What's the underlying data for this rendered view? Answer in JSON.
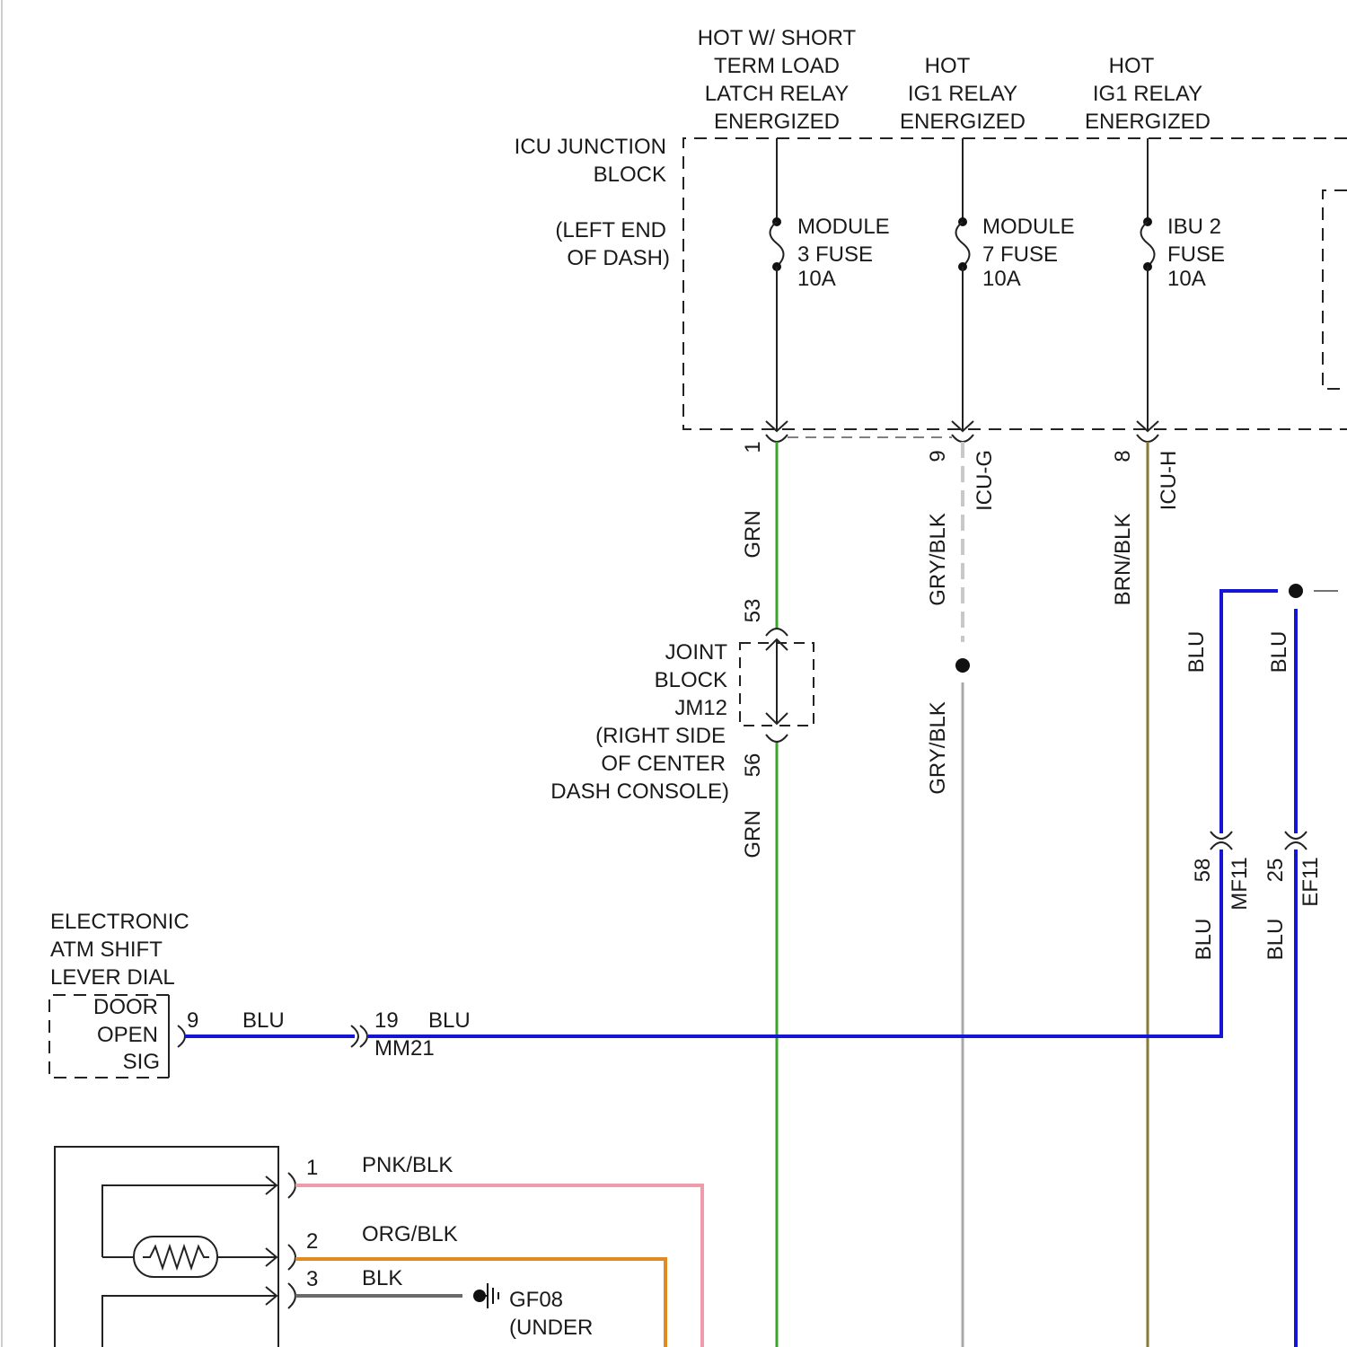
{
  "sources": {
    "s1": [
      "HOT W/ SHORT",
      "TERM LOAD",
      "LATCH RELAY",
      "ENERGIZED"
    ],
    "s2": [
      "HOT",
      "IG1 RELAY",
      "ENERGIZED"
    ],
    "s3": [
      "HOT",
      "IG1 RELAY",
      "ENERGIZED"
    ]
  },
  "junction_block": {
    "name": [
      "ICU JUNCTION",
      "BLOCK"
    ],
    "location": [
      "(LEFT END",
      "OF DASH)"
    ]
  },
  "fuses": [
    {
      "lines": [
        "MODULE",
        "3 FUSE",
        "10A"
      ]
    },
    {
      "lines": [
        "MODULE",
        "7 FUSE",
        "10A"
      ]
    },
    {
      "lines": [
        "IBU 2",
        "FUSE",
        "10A"
      ]
    }
  ],
  "pins": {
    "p1": "1",
    "p9": "9",
    "p8": "8",
    "p53": "53",
    "p56": "56",
    "p58": "58",
    "p25": "25",
    "p19": "19",
    "p9b": "9",
    "c1": "1",
    "c2": "2",
    "c3": "3"
  },
  "connectors": {
    "icu_g": "ICU-G",
    "icu_h": "ICU-H",
    "mf11": "MF11",
    "ef11": "EF11",
    "mm21": "MM21"
  },
  "wire_labels": {
    "grn_a": "GRN",
    "grn_b": "GRN",
    "grybl_a": "GRY/BLK",
    "grybl_b": "GRY/BLK",
    "brnblk": "BRN/BLK",
    "blu_a": "BLU",
    "blu_b": "BLU",
    "blu_c": "BLU",
    "blu_d": "BLU",
    "blu_e": "BLU",
    "blu_f": "BLU",
    "pnkblk": "PNK/BLK",
    "orgblk": "ORG/BLK",
    "blk": "BLK"
  },
  "joint_block": [
    "JOINT",
    "BLOCK",
    "JM12",
    "(RIGHT SIDE",
    "OF CENTER",
    "DASH CONSOLE)"
  ],
  "shift_dial": {
    "title": [
      "ELECTRONIC",
      "ATM SHIFT",
      "LEVER DIAL"
    ],
    "pin_label": [
      "DOOR",
      "OPEN",
      "SIG"
    ]
  },
  "ground": {
    "name": "GF08",
    "location": "(UNDER"
  },
  "wire_colors": {
    "grn": "#3aa52a",
    "gry": "#a8a8a8",
    "brn": "#857a38",
    "blu": "#1515d6",
    "pnk": "#ee9cac",
    "org": "#e08a20",
    "blk": "#6a6a6a"
  }
}
